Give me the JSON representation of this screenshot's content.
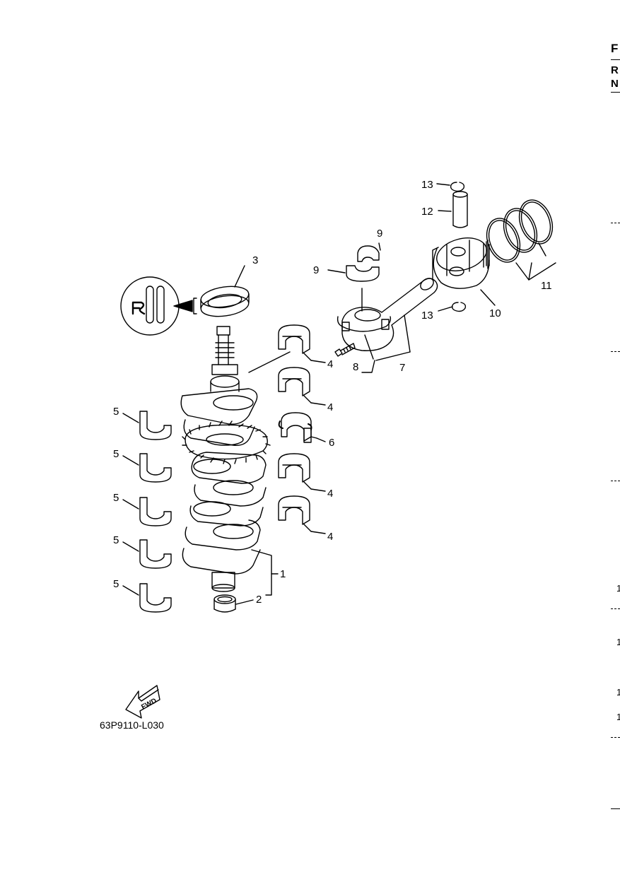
{
  "callouts": {
    "c1": "1",
    "c2": "2",
    "c3": "3",
    "c4a": "4",
    "c4b": "4",
    "c4c": "4",
    "c4d": "4",
    "c5a": "5",
    "c5b": "5",
    "c5c": "5",
    "c5d": "5",
    "c5e": "5",
    "c6": "6",
    "c7": "7",
    "c8": "8",
    "c9a": "9",
    "c9b": "9",
    "c10": "10",
    "c11": "11",
    "c12": "12",
    "c13a": "13",
    "c13b": "13"
  },
  "fwd_label": "FWD",
  "figure_code": "63P9110-L030",
  "right_edge": {
    "letters": [
      "F",
      "R",
      "N"
    ],
    "numbers": [
      "1",
      "1",
      "1",
      "1"
    ]
  }
}
